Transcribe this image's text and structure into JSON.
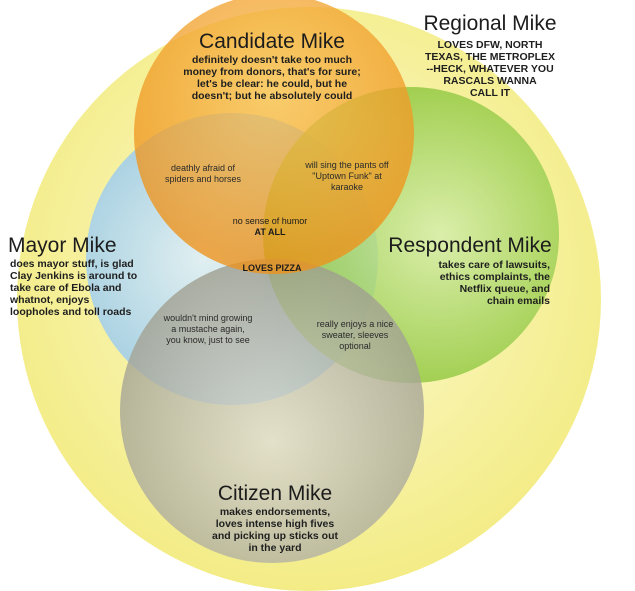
{
  "colors": {
    "regional": "#f6f08a",
    "candidate": "#f5a122",
    "mayor": "#8ec6ec",
    "respondent": "#8fc83a",
    "citizen": "#a3a293"
  },
  "regional": {
    "title": "Regional Mike",
    "lines": [
      "LOVES DFW, NORTH",
      "TEXAS, THE METROPLEX",
      "--HECK, WHATEVER YOU",
      "RASCALS WANNA",
      "CALL IT"
    ]
  },
  "candidate": {
    "title": "Candidate Mike",
    "lines": [
      "definitely doesn't take too much",
      "money from donors, that's for sure;",
      "let's be clear: he could, but he",
      "doesn't; but he absolutely could"
    ]
  },
  "mayor": {
    "title": "Mayor Mike",
    "lines": [
      "does mayor stuff, is glad",
      "Clay Jenkins is around to",
      "take care of Ebola and",
      "whatnot, enjoys",
      "loopholes and toll roads"
    ]
  },
  "respondent": {
    "title": "Respondent Mike",
    "lines": [
      "takes care of lawsuits,",
      "ethics complaints, the",
      "Netflix queue, and",
      "chain emails"
    ]
  },
  "citizen": {
    "title": "Citizen Mike",
    "lines": [
      "makes endorsements,",
      "loves intense high fives",
      "and picking up sticks out",
      "in the yard"
    ]
  },
  "overlaps": {
    "candidate_mayor": [
      "deathly afraid of",
      "spiders and horses"
    ],
    "candidate_respondent": [
      "will sing the pants off",
      "\"Uptown Funk\" at",
      "karaoke"
    ],
    "center": [
      "no sense of humor",
      "AT ALL"
    ],
    "pizza": "LOVES PIZZA",
    "mayor_citizen": [
      "wouldn't mind growing",
      "a mustache again,",
      "you know, just to see"
    ],
    "respondent_citizen": [
      "really enjoys a nice",
      "sweater, sleeves",
      "optional"
    ]
  }
}
